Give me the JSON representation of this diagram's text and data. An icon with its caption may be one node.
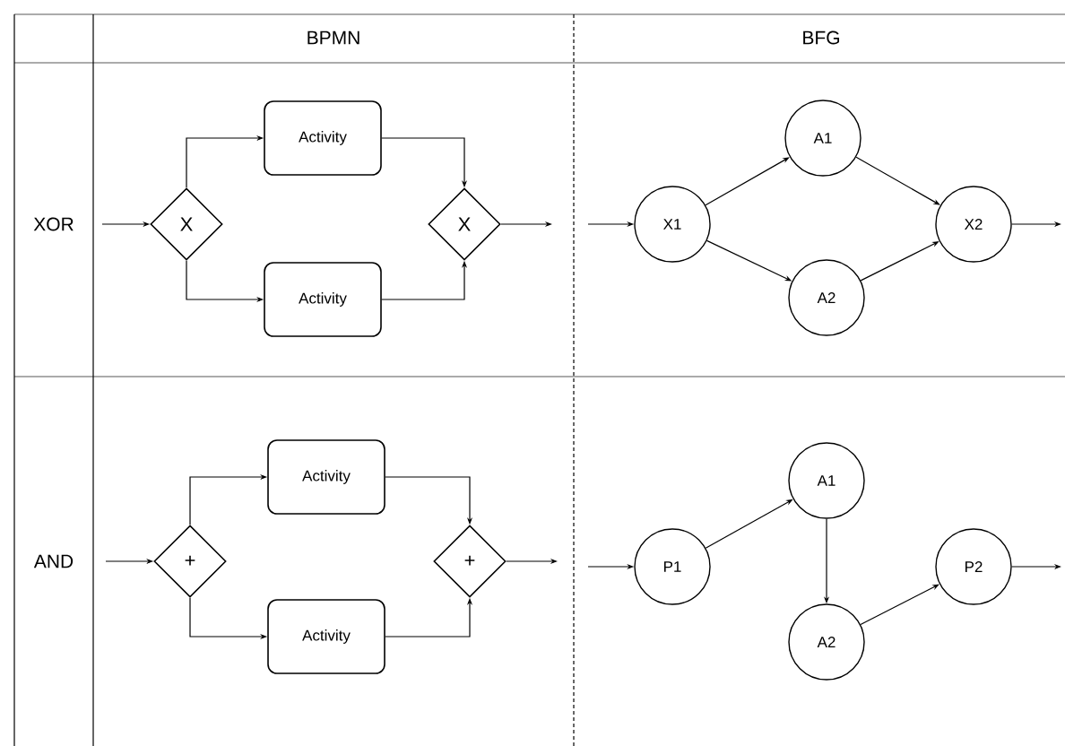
{
  "diagram": {
    "nodes": [
      {
        "text": [
          "X"
        ]
      },
      {
        "text": [
          "Activity"
        ]
      },
      {
        "text": [
          "Activity"
        ]
      },
      {
        "text": [
          "X"
        ]
      },
      {
        "text": [
          "X1"
        ]
      },
      {
        "text": [
          "A1"
        ]
      },
      {
        "text": [
          "A2"
        ]
      },
      {
        "text": [
          "X2"
        ]
      },
      {
        "text": [
          "+"
        ]
      },
      {
        "text": [
          "Activity"
        ]
      },
      {
        "text": [
          "Activity"
        ]
      },
      {
        "text": [
          "+"
        ]
      },
      {
        "text": [
          "P1"
        ]
      },
      {
        "text": [
          "A1"
        ]
      },
      {
        "text": [
          "A2"
        ]
      },
      {
        "text": [
          "P2"
        ]
      }
    ],
    "edges": [
      {
        "from": null,
        "to": 0,
        "arrow": "to"
      },
      {
        "from": 0,
        "to": 1,
        "arrow": "to"
      },
      {
        "from": 0,
        "to": 2,
        "arrow": "to"
      },
      {
        "from": 1,
        "to": 3,
        "arrow": "to"
      },
      {
        "from": 2,
        "to": 3,
        "arrow": "to"
      },
      {
        "from": 3,
        "to": null,
        "arrow": "to"
      },
      {
        "from": null,
        "to": 4,
        "arrow": "to"
      },
      {
        "from": 4,
        "to": 5,
        "arrow": "to"
      },
      {
        "from": 4,
        "to": 6,
        "arrow": "to"
      },
      {
        "from": 5,
        "to": 7,
        "arrow": "to"
      },
      {
        "from": 6,
        "to": 7,
        "arrow": "to"
      },
      {
        "from": 7,
        "to": null,
        "arrow": "to"
      },
      {
        "from": null,
        "to": 8,
        "arrow": "to"
      },
      {
        "from": 8,
        "to": 9,
        "arrow": "to"
      },
      {
        "from": 8,
        "to": 10,
        "arrow": "to"
      },
      {
        "from": 9,
        "to": 11,
        "arrow": "to"
      },
      {
        "from": 10,
        "to": 11,
        "arrow": "to"
      },
      {
        "from": 11,
        "to": null,
        "arrow": "to"
      },
      {
        "from": null,
        "to": 12,
        "arrow": "to"
      },
      {
        "from": 12,
        "to": 13,
        "arrow": "to"
      },
      {
        "from": 13,
        "to": 14,
        "arrow": "to"
      },
      {
        "from": 14,
        "to": 15,
        "arrow": "to"
      },
      {
        "from": 15,
        "to": null,
        "arrow": "to"
      }
    ],
    "labels": [
      "BPMN",
      "BFG",
      "XOR",
      "AND"
    ]
  }
}
